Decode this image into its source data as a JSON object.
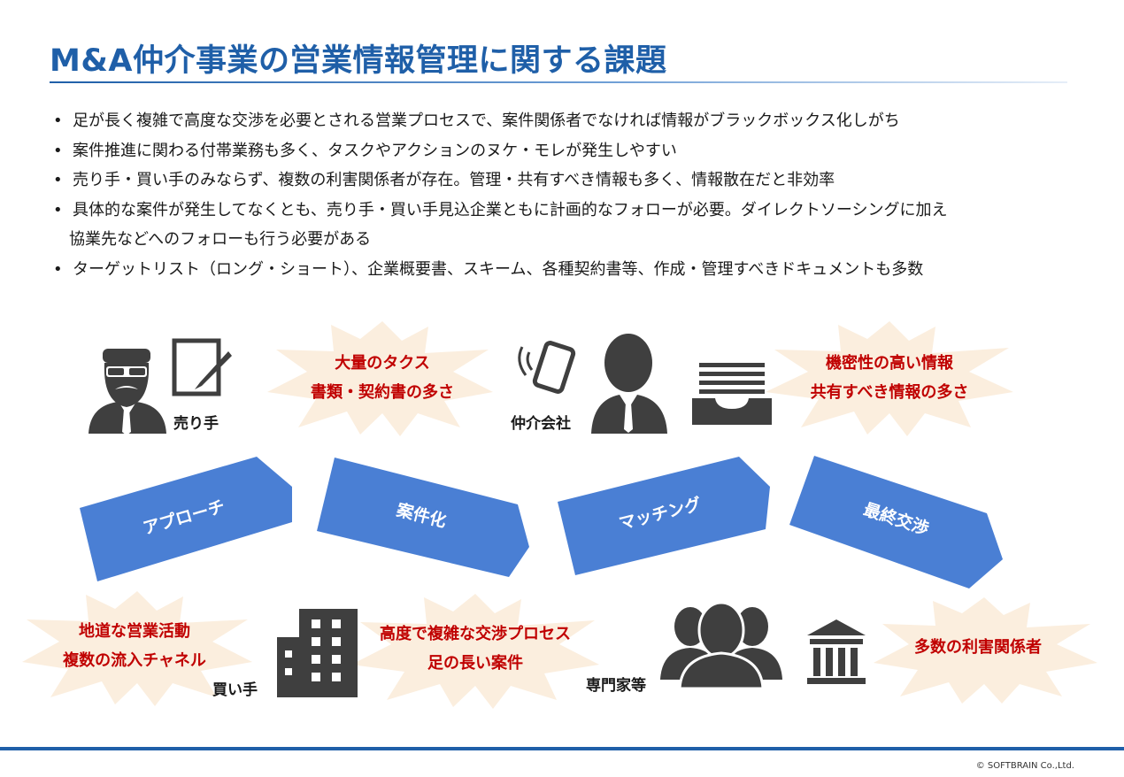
{
  "title": "M&A仲介事業の営業情報管理に関する課題",
  "bullets": [
    [
      "足が長く複雑で高度な交渉を必要とされる営業プロセスで、案件関係者でなければ情報がブラックボックス化しがち"
    ],
    [
      "案件推進に関わる付帯業務も多く、タスクやアクションのヌケ・モレが発生しやすい"
    ],
    [
      "売り手・買い手のみならず、複数の利害関係者が存在。管理・共有すべき情報も多く、情報散在だと非効率"
    ],
    [
      "具体的な案件が発生してなくとも、売り手・買い手見込企業ともに計画的なフォローが必要。ダイレクトソーシングに加え",
      "協業先などへのフォローも行う必要がある"
    ],
    [
      "ターゲットリスト（ロング・ショート）、企業概要書、スキーム、各種契約書等、作成・管理すべきドキュメントも多数"
    ]
  ],
  "actors": {
    "seller": "売り手",
    "intermediary": "仲介会社",
    "buyer": "買い手",
    "experts": "専門家等"
  },
  "stages": [
    "アプローチ",
    "案件化",
    "マッチング",
    "最終交渉"
  ],
  "bursts": {
    "tasks": [
      "大量のタクス",
      "書類・契約書の多さ"
    ],
    "confidential": [
      "機密性の高い情報",
      "共有すべき情報の多さ"
    ],
    "sales": [
      "地道な営業活動",
      "複数の流入チャネル"
    ],
    "negotiation": [
      "高度で複雑な交渉プロセス",
      "足の長い案件"
    ],
    "stakeholders": [
      "多数の利害関係者"
    ]
  },
  "colors": {
    "accent": "#1f5fa8",
    "stage": "#4a7fd4",
    "burst": "#fbeede",
    "burst_text": "#c00000",
    "icon": "#3f3f3f"
  },
  "icons": [
    "businessman-mustache-icon",
    "pen-paper-icon",
    "smartphone-icon",
    "businessman-icon",
    "document-tray-icon",
    "building-icon",
    "group-people-icon",
    "bank-icon"
  ],
  "copyright": "© SOFTBRAIN Co.,Ltd."
}
